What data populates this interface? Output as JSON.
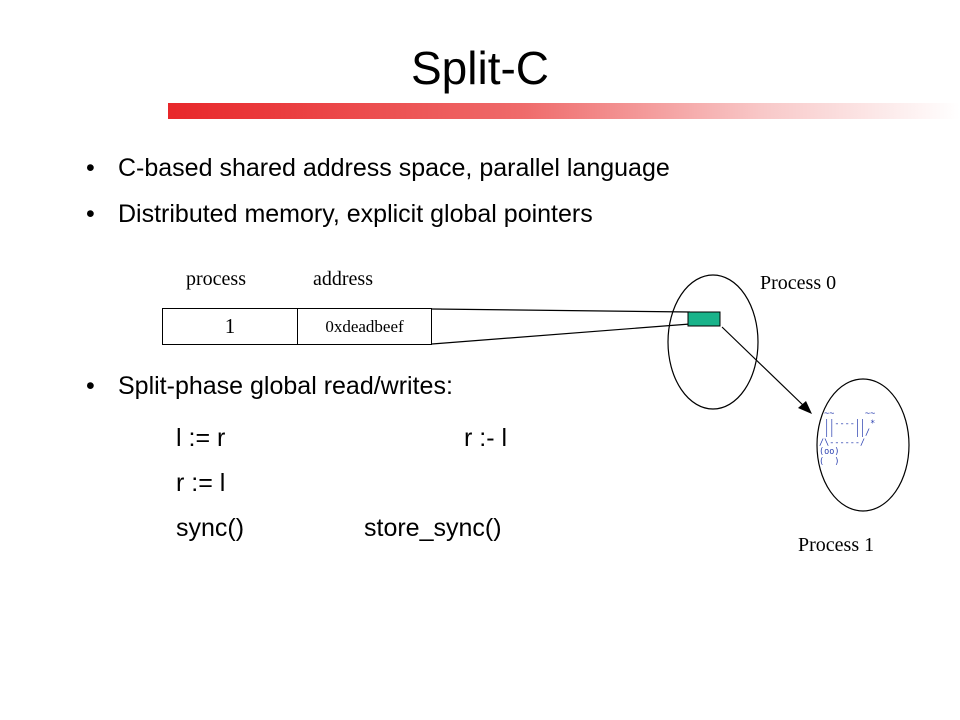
{
  "slide": {
    "title": "Split-C",
    "bullets": [
      "C-based shared address space, parallel language",
      "Distributed memory, explicit global pointers",
      "Split-phase global read/writes:"
    ],
    "bullet_char": "•",
    "code": {
      "row1_left": "l := r",
      "row1_right": "r :- l",
      "row2_left": "r := l",
      "row3_left": "sync()",
      "row3_right": "store_sync()"
    }
  },
  "diagram": {
    "header_process": "process",
    "header_address": "address",
    "process_value": "1",
    "address_value": "0xdeadbeef",
    "process0_label": "Process 0",
    "process1_label": "Process 1",
    "ascii_art": " ~~      ~~\n ||----|| *\n ||    ||/\n/\\------/\n(oo)\n(  )",
    "colors": {
      "accent": "#e8272a",
      "memory_cell": "#19b38a",
      "ascii": "#2a3fb0"
    }
  }
}
